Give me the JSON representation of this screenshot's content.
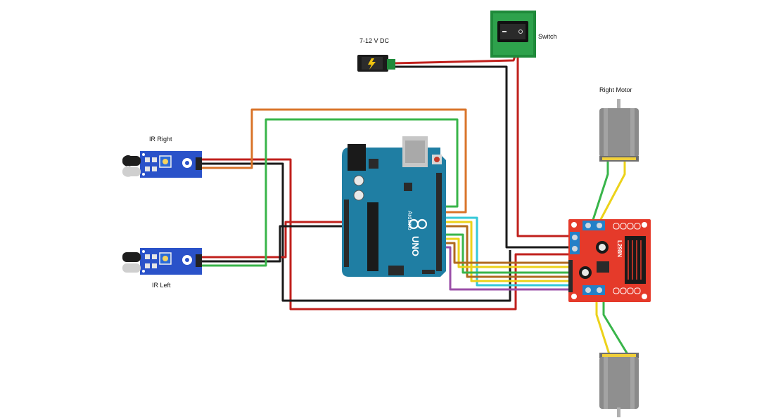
{
  "labels": {
    "power": "7-12 V DC",
    "switch": "Switch",
    "ir_right": "IR Right",
    "ir_left": "IR Left",
    "right_motor": "Right Motor"
  },
  "board": {
    "name": "UNO",
    "brand": "Arduino",
    "driver": "L298N"
  },
  "colors": {
    "red": "#c0201c",
    "black": "#1a1a1a",
    "orange": "#d9742a",
    "green": "#39b54a",
    "yellow": "#ecd21a",
    "cyan": "#35c8d8",
    "brown": "#b06a1e",
    "purple": "#9b4fa8",
    "arduino": "#1f7ea3",
    "ir_board": "#2a52c9",
    "driver_board": "#e53a2a",
    "switch_board": "#1f8a3a",
    "motor": "#8a8a8a"
  }
}
